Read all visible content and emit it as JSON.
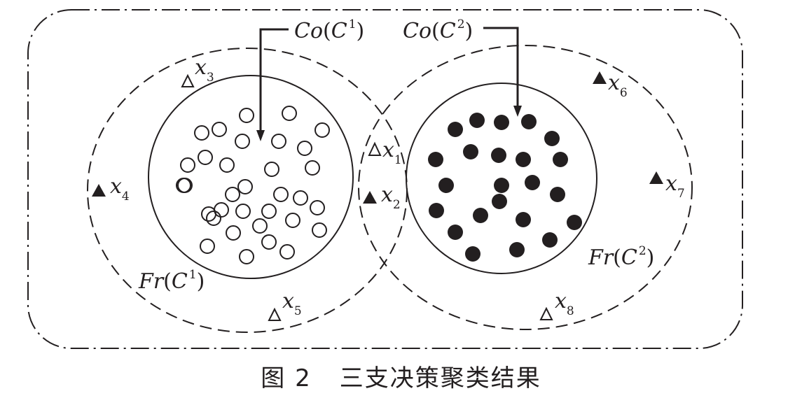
{
  "colors": {
    "ink": "#231f20",
    "background": "#ffffff"
  },
  "caption": {
    "number": "图 2",
    "title": "三支决策聚类结果"
  },
  "labels": {
    "co1": {
      "base": "Co",
      "open": "(",
      "var": "C",
      "sup": "1",
      "close": ")"
    },
    "co2": {
      "base": "Co",
      "open": "(",
      "var": "C",
      "sup": "2",
      "close": ")"
    },
    "fr1": {
      "base": "Fr",
      "open": "(",
      "var": "C",
      "sup": "1",
      "close": ")"
    },
    "fr2": {
      "base": "Fr",
      "open": "(",
      "var": "C",
      "sup": "2",
      "close": ")"
    }
  },
  "points": [
    {
      "letter": "x",
      "sub": "1",
      "marker": "open-triangle"
    },
    {
      "letter": "x",
      "sub": "2",
      "marker": "filled-triangle"
    },
    {
      "letter": "x",
      "sub": "3",
      "marker": "open-triangle"
    },
    {
      "letter": "x",
      "sub": "4",
      "marker": "filled-triangle"
    },
    {
      "letter": "x",
      "sub": "5",
      "marker": "open-triangle"
    },
    {
      "letter": "x",
      "sub": "6",
      "marker": "filled-triangle"
    },
    {
      "letter": "x",
      "sub": "7",
      "marker": "filled-triangle"
    },
    {
      "letter": "x",
      "sub": "8",
      "marker": "open-triangle"
    }
  ],
  "cluster1": {
    "member_marker": "open-circle",
    "member_count": 33
  },
  "cluster2": {
    "member_marker": "filled-circle",
    "member_count": 23
  }
}
